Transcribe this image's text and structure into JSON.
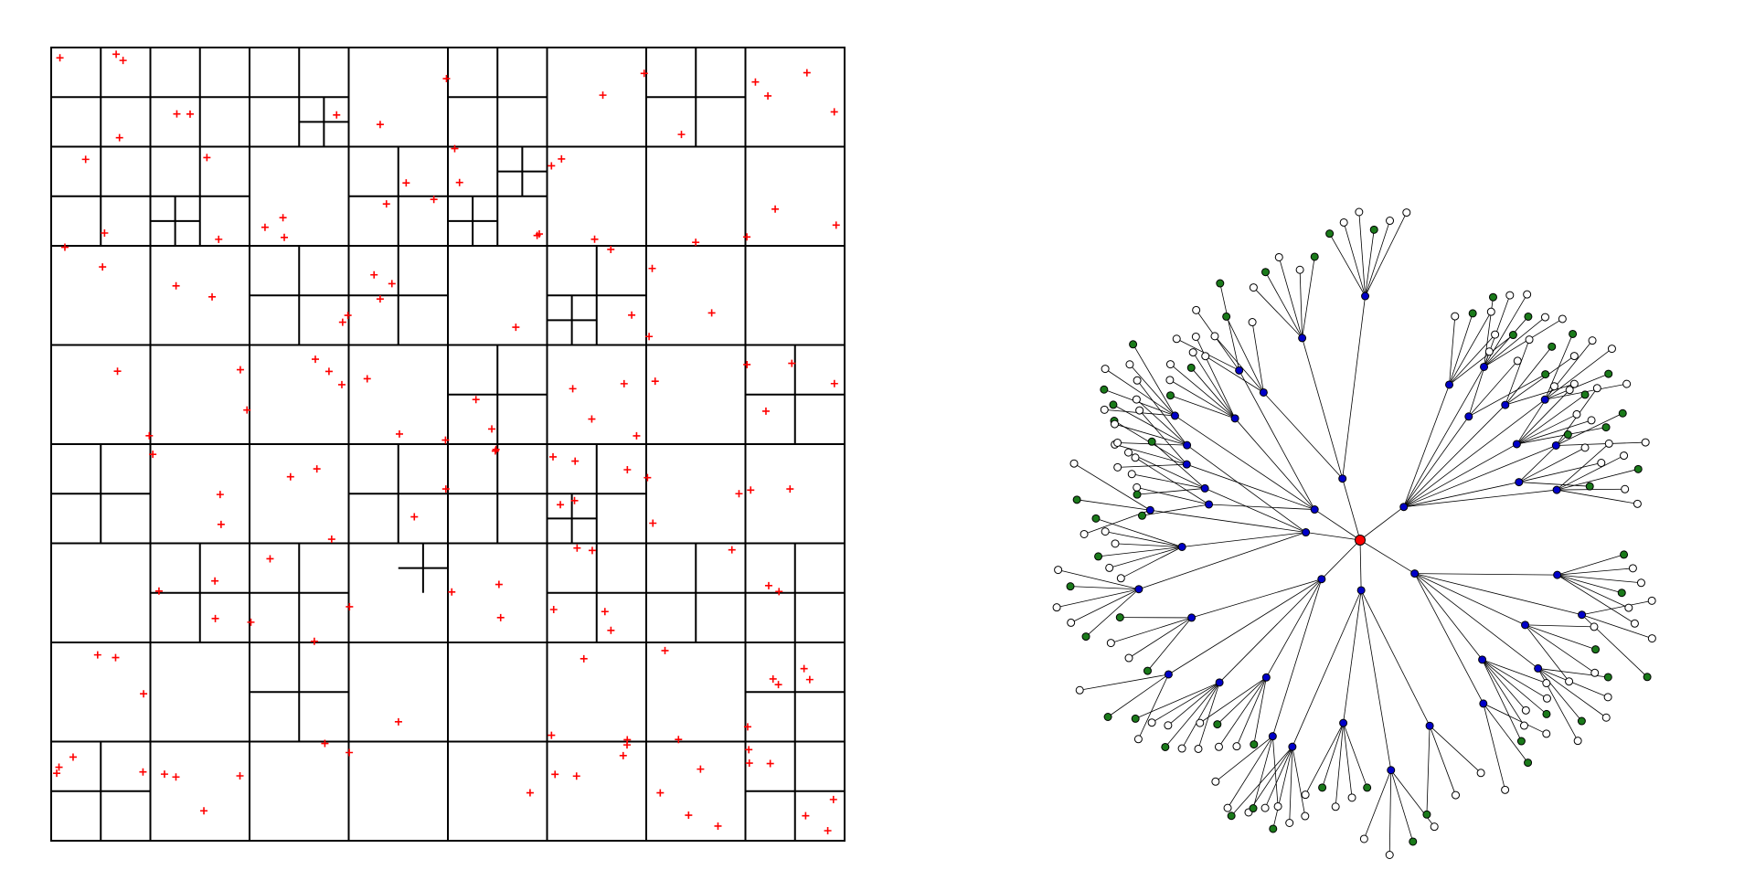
{
  "figure": {
    "title": "",
    "colors": {
      "background": "#ffffff",
      "grid_lines": "#000000",
      "points": "#ff0000",
      "root_node": "#ff0000",
      "internal_nodes": "#0000c8",
      "green_leaves": "#1a7a1a",
      "white_leaves": "#ffffff",
      "edges": "#000000"
    }
  },
  "quadtree": {
    "grid_size": 8,
    "subdivided_cells": [
      [
        0,
        0
      ],
      [
        1,
        0
      ],
      [
        2,
        0
      ],
      [
        4,
        0
      ],
      [
        6,
        0
      ],
      [
        0,
        1
      ],
      [
        1,
        1
      ],
      [
        3,
        1
      ],
      [
        4,
        1
      ],
      [
        2,
        2
      ],
      [
        3,
        2
      ],
      [
        5,
        2
      ],
      [
        4,
        3
      ],
      [
        7,
        3
      ],
      [
        0,
        4
      ],
      [
        3,
        4
      ],
      [
        4,
        4
      ],
      [
        5,
        4
      ],
      [
        1,
        5
      ],
      [
        2,
        5
      ],
      [
        5,
        5
      ],
      [
        6,
        5
      ],
      [
        7,
        5
      ],
      [
        2,
        6
      ],
      [
        7,
        6
      ],
      [
        0,
        7
      ],
      [
        7,
        7
      ]
    ],
    "deep_cells": [
      [
        2,
        0,
        1,
        1
      ],
      [
        1,
        1,
        0,
        1
      ],
      [
        4,
        1,
        0,
        1
      ],
      [
        4,
        1,
        1,
        0
      ],
      [
        5,
        2,
        0,
        1
      ],
      [
        3,
        5,
        1,
        0
      ],
      [
        5,
        4,
        0,
        1
      ]
    ],
    "point_count": 150
  },
  "tree": {
    "root_label": "",
    "node_count": 230
  }
}
